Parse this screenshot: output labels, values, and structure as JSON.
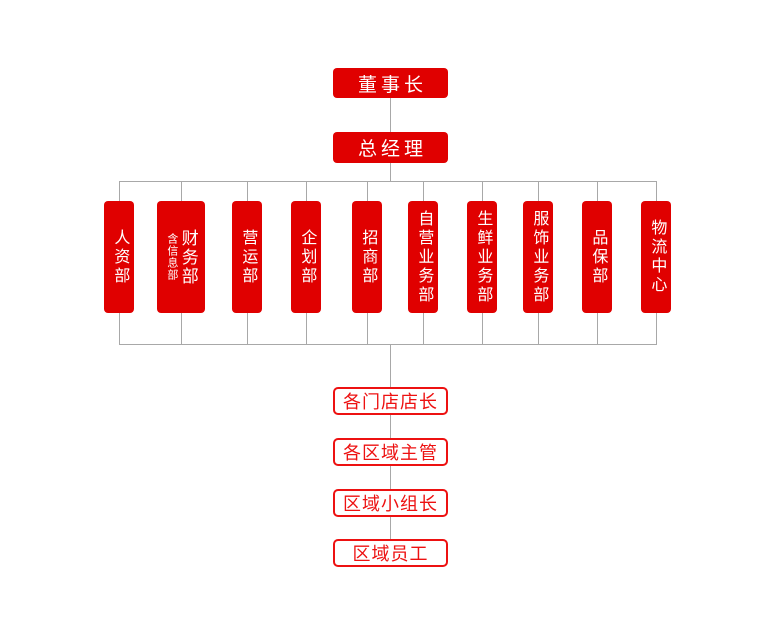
{
  "theme": {
    "node_fill": "#e00000",
    "outline_red": "#ed1111",
    "connector_gray": "#a8a8a8",
    "node_text": "#ffffff"
  },
  "org": {
    "chairman": "董事长",
    "general_manager": "总经理",
    "departments": [
      {
        "label": "人资部"
      },
      {
        "label": "财务部",
        "sublabel": "含信息部"
      },
      {
        "label": "营运部"
      },
      {
        "label": "企划部"
      },
      {
        "label": "招商部"
      },
      {
        "label": "自营业务部"
      },
      {
        "label": "生鲜业务部"
      },
      {
        "label": "服饰业务部"
      },
      {
        "label": "品保部"
      },
      {
        "label": "物流中心"
      }
    ],
    "chain": [
      "各门店店长",
      "各区域主管",
      "区域小组长",
      "区域员工"
    ]
  }
}
